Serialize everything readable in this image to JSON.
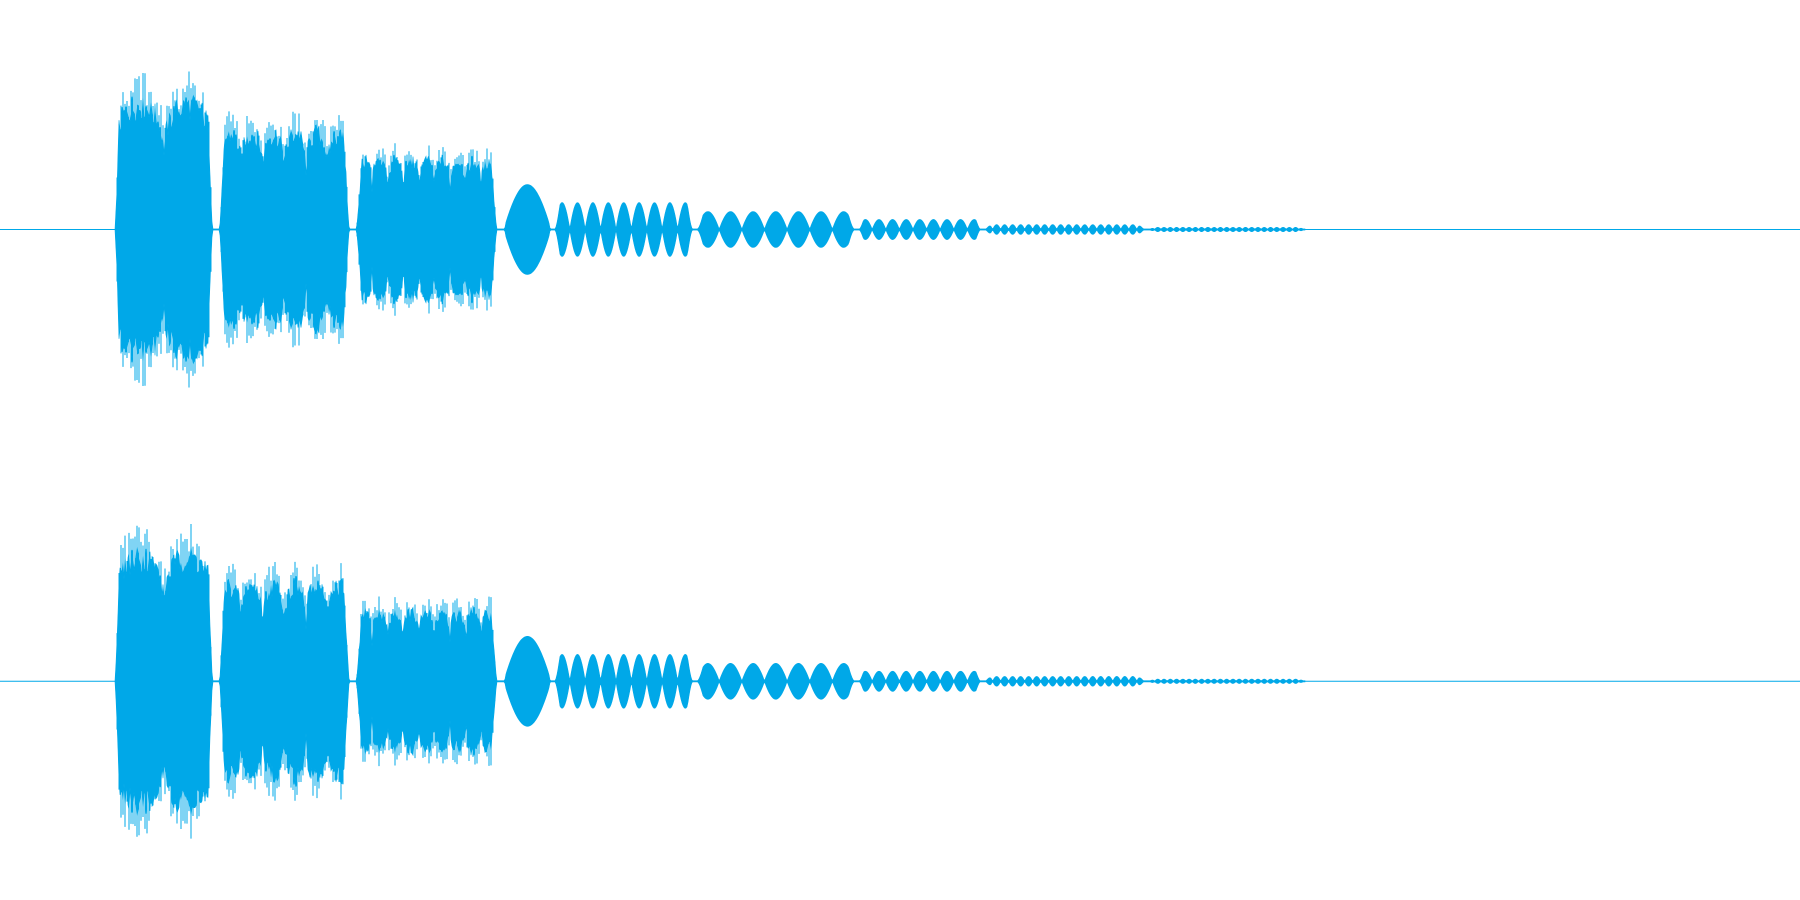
{
  "chart_data": {
    "type": "area",
    "title": "",
    "xlabel": "",
    "ylabel": "",
    "grid": false,
    "legend": "none",
    "x_unit": "fraction-of-width",
    "ylim": [
      -1,
      1
    ],
    "colors": {
      "background": "#ffffff",
      "waveform": "#00a8e8",
      "baseline": "#00a8e8"
    },
    "segments": [
      {
        "start": 0.064,
        "end": 0.118,
        "peak": 0.55,
        "burst": 0.025,
        "density": "dense"
      },
      {
        "start": 0.122,
        "end": 0.194,
        "peak": 0.42,
        "burst": 0.012,
        "density": "dense"
      },
      {
        "start": 0.198,
        "end": 0.276,
        "peak": 0.3,
        "burst": 0.0085,
        "density": "dense"
      },
      {
        "start": 0.28,
        "end": 0.306,
        "peak": 0.2,
        "burst": 0.024,
        "density": "smooth"
      },
      {
        "start": 0.308,
        "end": 0.385,
        "peak": 0.12,
        "burst": 0.009,
        "density": "smooth"
      },
      {
        "start": 0.387,
        "end": 0.475,
        "peak": 0.08,
        "burst": 0.012,
        "density": "smooth"
      },
      {
        "start": 0.477,
        "end": 0.545,
        "peak": 0.045,
        "burst": 0.0075,
        "density": "smooth"
      },
      {
        "start": 0.547,
        "end": 0.636,
        "peak": 0.022,
        "burst": 0.0045,
        "density": "smooth"
      },
      {
        "start": 0.638,
        "end": 0.725,
        "peak": 0.01,
        "burst": 0.0035,
        "density": "smooth"
      }
    ],
    "series": [
      {
        "channel": 1,
        "center": 0.255,
        "scale": 0.25
      },
      {
        "channel": 2,
        "center": 0.757,
        "scale": 0.25
      }
    ]
  }
}
